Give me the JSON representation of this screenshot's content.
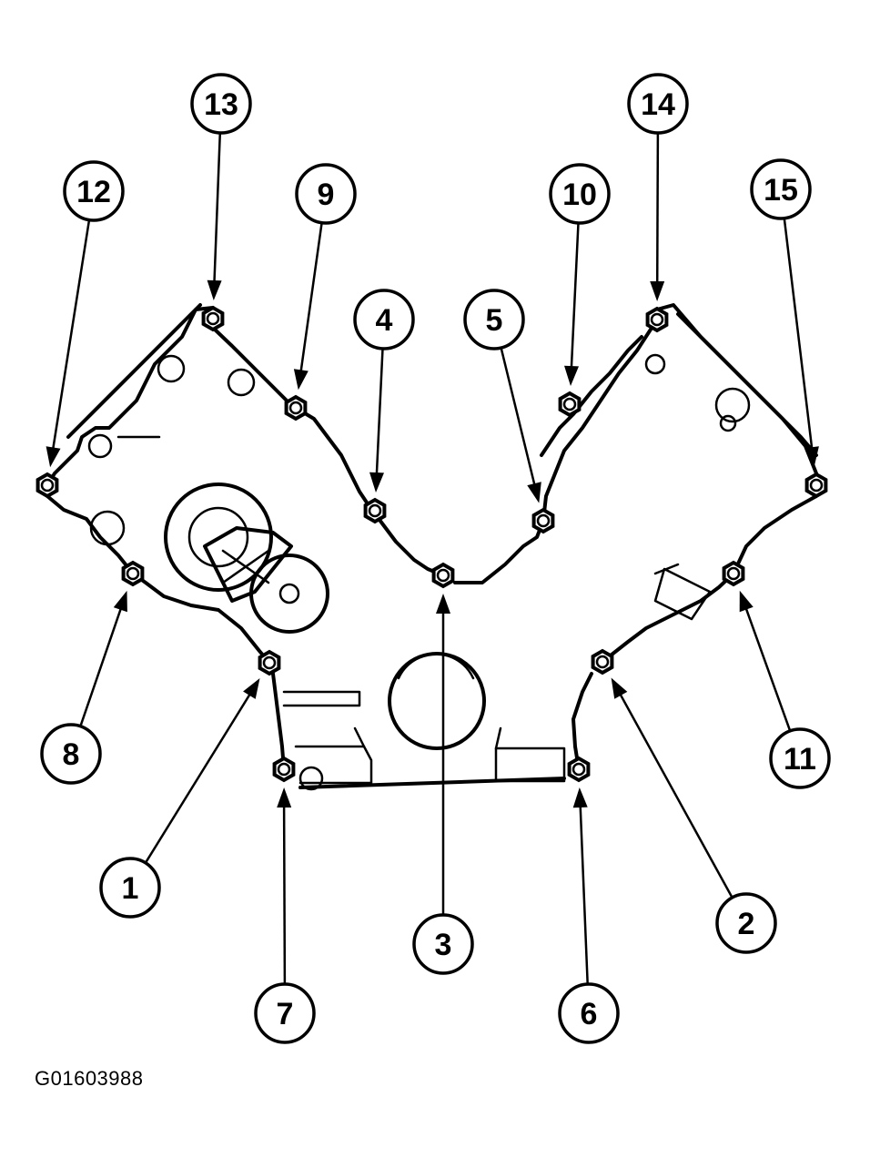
{
  "figure_code": "G01603988",
  "callouts": [
    {
      "label": "1",
      "bolt": [
        296,
        728
      ],
      "circle": [
        143,
        975
      ]
    },
    {
      "label": "2",
      "bolt": [
        662,
        727
      ],
      "circle": [
        820,
        1014
      ]
    },
    {
      "label": "3",
      "bolt": [
        487,
        632
      ],
      "circle": [
        487,
        1037
      ]
    },
    {
      "label": "4",
      "bolt": [
        412,
        561
      ],
      "circle": [
        422,
        351
      ]
    },
    {
      "label": "5",
      "bolt": [
        597,
        572
      ],
      "circle": [
        543,
        351
      ]
    },
    {
      "label": "6",
      "bolt": [
        636,
        845
      ],
      "circle": [
        647,
        1113
      ]
    },
    {
      "label": "7",
      "bolt": [
        312,
        845
      ],
      "circle": [
        313,
        1113
      ]
    },
    {
      "label": "8",
      "bolt": [
        146,
        630
      ],
      "circle": [
        78,
        828
      ]
    },
    {
      "label": "9",
      "bolt": [
        325,
        448
      ],
      "circle": [
        358,
        213
      ]
    },
    {
      "label": "10",
      "bolt": [
        626,
        444
      ],
      "circle": [
        637,
        213
      ]
    },
    {
      "label": "11",
      "bolt": [
        806,
        630
      ],
      "circle": [
        879,
        833
      ]
    },
    {
      "label": "12",
      "bolt": [
        52,
        533
      ],
      "circle": [
        103,
        210
      ]
    },
    {
      "label": "13",
      "bolt": [
        234,
        350
      ],
      "circle": [
        243,
        114
      ]
    },
    {
      "label": "14",
      "bolt": [
        722,
        351
      ],
      "circle": [
        723,
        114
      ]
    },
    {
      "label": "15",
      "bolt": [
        897,
        533
      ],
      "circle": [
        858,
        208
      ]
    }
  ]
}
